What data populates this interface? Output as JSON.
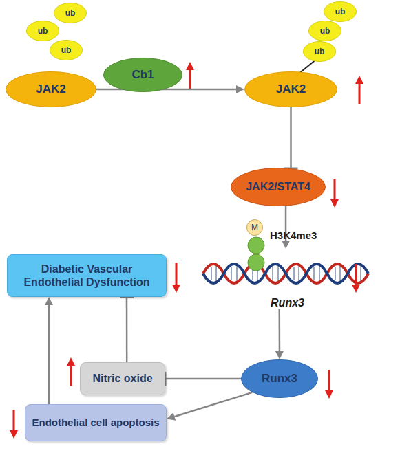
{
  "diagram": {
    "nodes": [
      {
        "text": [
          "ub"
        ]
      },
      {
        "text": [
          "ub"
        ]
      },
      {
        "text": [
          "ub"
        ]
      },
      {
        "text": [
          "ub"
        ]
      },
      {
        "text": [
          "ub"
        ]
      },
      {
        "text": [
          "ub"
        ]
      },
      {
        "text": [
          "JAK2"
        ]
      },
      {
        "text": [
          "Cb1"
        ]
      },
      {
        "text": [
          "JAK2"
        ]
      },
      {
        "text": [
          "JAK2/STAT4"
        ]
      },
      {
        "text": [
          "M"
        ]
      },
      {
        "text": [
          "Diabetic Vascular Endothelial Dysfunction"
        ]
      },
      {
        "text": [
          "Runx3"
        ]
      },
      {
        "text": [
          "Nitric oxide"
        ]
      },
      {
        "text": [
          "Runx3"
        ]
      },
      {
        "text": [
          "Endothelial cell apoptosis"
        ]
      }
    ],
    "edges": [
      {
        "from": 6,
        "to": 8,
        "arrow": "to"
      },
      {
        "from": 8,
        "to": 5,
        "arrow": "none"
      },
      {
        "from": 8,
        "to": 9,
        "arrow": "to"
      },
      {
        "from": 9,
        "to": 12,
        "arrow": "to"
      },
      {
        "from": 12,
        "to": 14,
        "arrow": "to"
      },
      {
        "from": 14,
        "to": 13,
        "arrow": "to"
      },
      {
        "from": 14,
        "to": 15,
        "arrow": "to"
      },
      {
        "from": 13,
        "to": 11,
        "arrow": "to"
      },
      {
        "from": 15,
        "to": 11,
        "arrow": "to"
      }
    ],
    "labels": [
      "H3K4me3"
    ]
  }
}
